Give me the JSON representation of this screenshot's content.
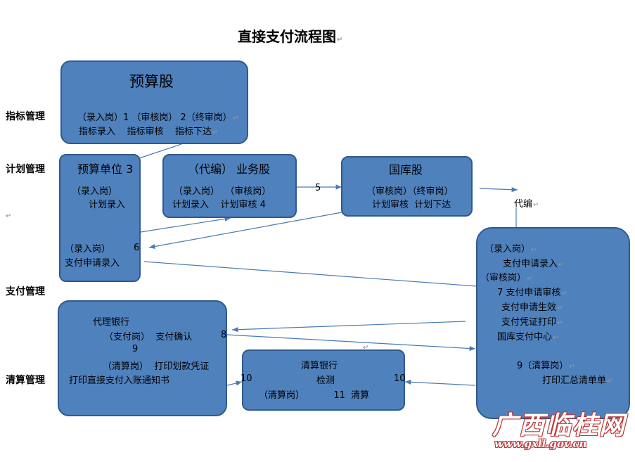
{
  "title": "直接支付流程图",
  "row_labels": {
    "index": "指标管理",
    "plan": "计划管理",
    "pay": "支付管理",
    "clear": "清算管理"
  },
  "budget_section": {
    "title": "预算股",
    "roles": "（录入岗）1 （审核岗） 2（终审岗）",
    "actions": "指标录入    指标审核    指标下达"
  },
  "budget_unit": {
    "title": "预算单位 3",
    "role1": "（录入岗）",
    "action1": "计划录入",
    "role2": "（录入岗）",
    "num6": "6",
    "action2": "支付申请录入"
  },
  "business_section": {
    "title": "（代编） 业务股",
    "roles": "（录入岗）  （审核岗）",
    "actions": "计划录入    计划审核 4"
  },
  "treasury_section": {
    "title": "国库股",
    "roles": "（审核岗）（终审岗）",
    "actions": "计划审核  计划下达"
  },
  "treasury_center": {
    "role1": "（录入岗）",
    "action1": "支付申请录入",
    "role2": "（审核岗）",
    "action2": "7 支付申请审核",
    "action3": "支付申请生效",
    "action4": "支付凭证打印",
    "action5": "国库支付中心",
    "role3": "9（清算岗）",
    "action6": "打印汇总清单单"
  },
  "agent_bank": {
    "title": "代理银行",
    "line1": "（支付岗）  支付确认",
    "num9": "9",
    "line2": "（清算岗）  打印划款凭证",
    "line3": "打印直接支付入账通知书"
  },
  "clearing_bank": {
    "title": "清算银行",
    "line1": "检测",
    "line2": "（清算岗）          11  清算"
  },
  "labels": {
    "n5": "5",
    "n8": "8",
    "n10a": "10",
    "n10b": "10",
    "daibian": "代编"
  },
  "watermark": {
    "script": "广西临桂网",
    "url": "www.gxll.gov.cn"
  }
}
